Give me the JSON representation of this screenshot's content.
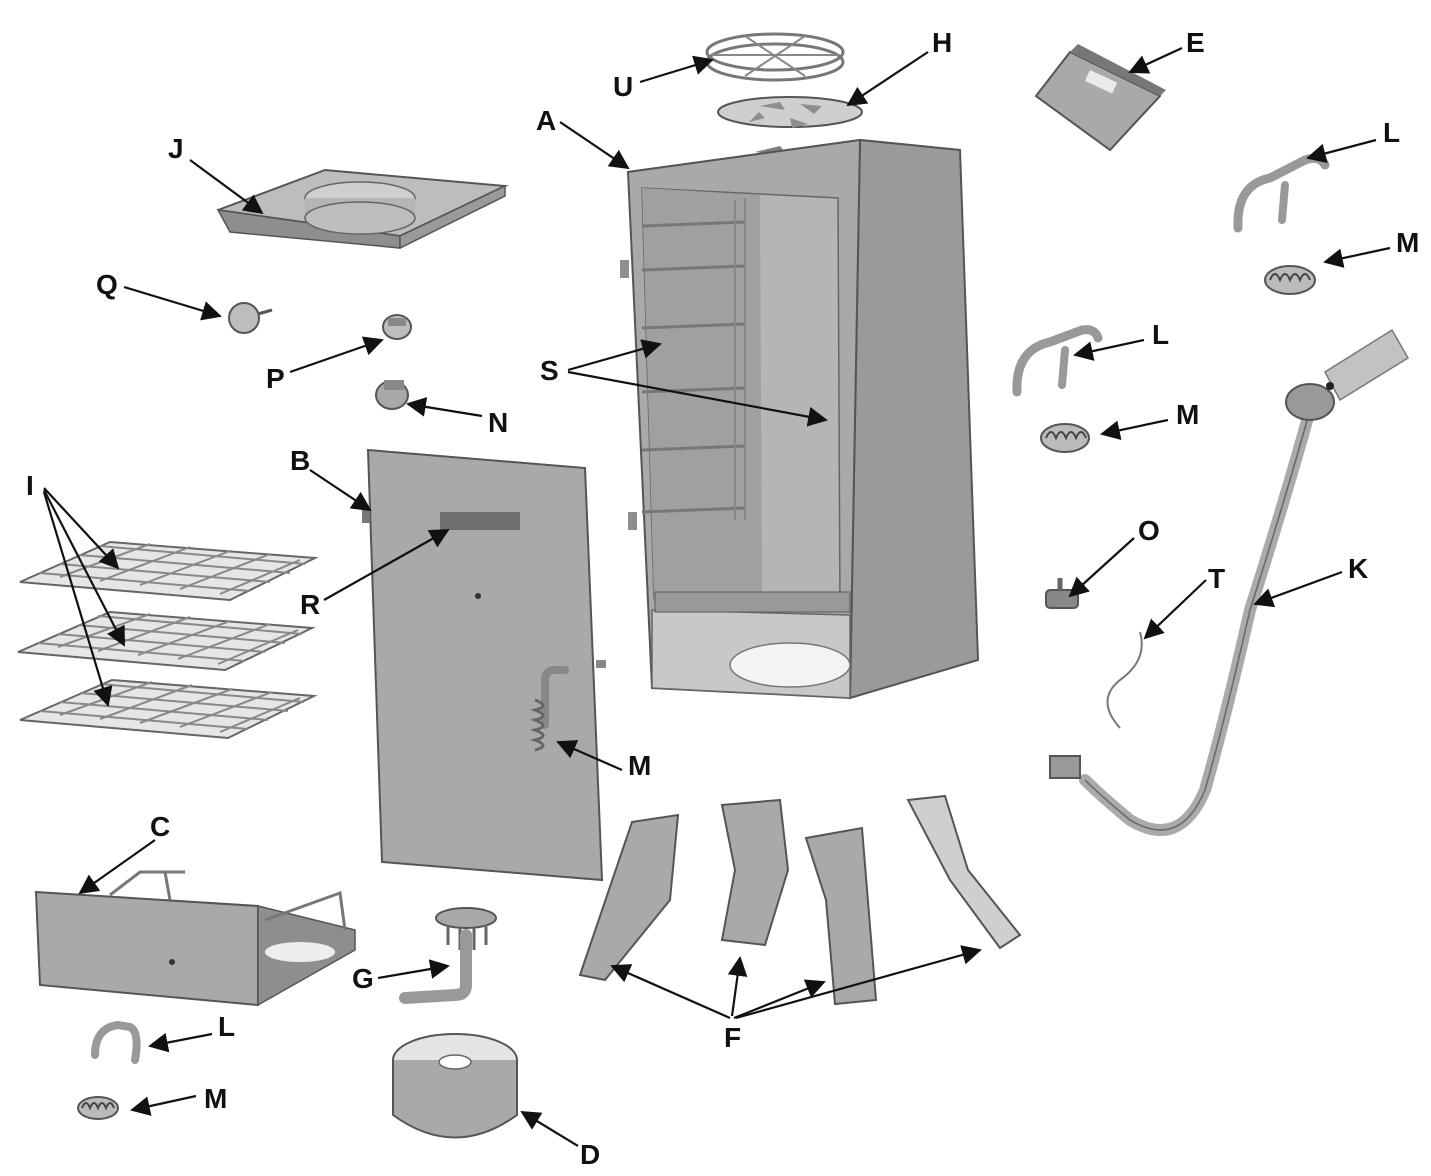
{
  "labels": {
    "A": "A",
    "B": "B",
    "C": "C",
    "D": "D",
    "E": "E",
    "F": "F",
    "G": "G",
    "H": "H",
    "I": "I",
    "J": "J",
    "K": "K",
    "L": "L",
    "M": "M",
    "N": "N",
    "O": "O",
    "P": "P",
    "Q": "Q",
    "R": "R",
    "S": "S",
    "T": "T",
    "U": "U"
  },
  "colors": {
    "part_fill": "#a9a9a9",
    "part_dark": "#8e8e8e",
    "part_light": "#cfcfcf",
    "stroke": "#555555",
    "label": "#111111"
  }
}
